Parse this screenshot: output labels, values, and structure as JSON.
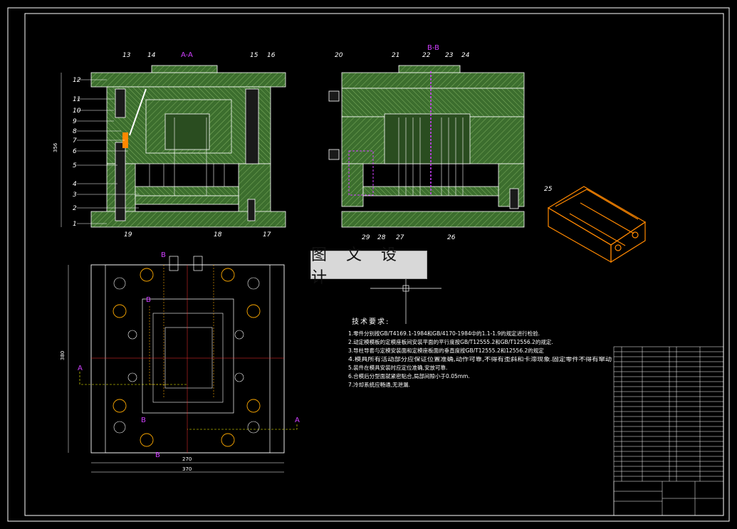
{
  "sections": {
    "a": "A-A",
    "b": "B-B"
  },
  "banner": "图 文 设 计",
  "left_labels": [
    "12",
    "11",
    "10",
    "9",
    "8",
    "7",
    "6",
    "5",
    "4",
    "3",
    "2",
    "1"
  ],
  "top_labels_a": [
    "13",
    "14",
    "15",
    "16"
  ],
  "bottom_labels_a": [
    "19",
    "18",
    "17"
  ],
  "top_labels_b": [
    "20",
    "21",
    "22",
    "23",
    "24"
  ],
  "bottom_labels_b": [
    "29",
    "28",
    "27",
    "26"
  ],
  "label_25": "25",
  "dims": {
    "height_a": "356",
    "width_inner": "270",
    "width_outer": "370",
    "height_plan": "380"
  },
  "cut_markers": [
    "A",
    "A",
    "B",
    "B",
    "B",
    "B"
  ],
  "tech": {
    "heading": "技术要求:",
    "lines": [
      "1.零件分别按GB/T4169.1-1984和GB/4170-1984中的1.1-1.9的规定进行检验.",
      "2.动定模模板的定模座板间安装平面的平行度按GB/T12555.2和GB/T12556.2的规定.",
      "3.导柱导套与定模安装面和定模座板面的垂直度按GB/T12555.2和12556.2的规定",
      "4.模具所有活动部分应保证位置准确,动作可靠,不得有歪斜和卡滞现象.固定零件不得有窜动",
      "5.装件在模具安装时应定位准确,安放可靠.",
      "6.合模后分型面就紧密贴合,局部间隙小于0.05mm.",
      "7.冷却系统应畅通,无泄漏."
    ]
  }
}
